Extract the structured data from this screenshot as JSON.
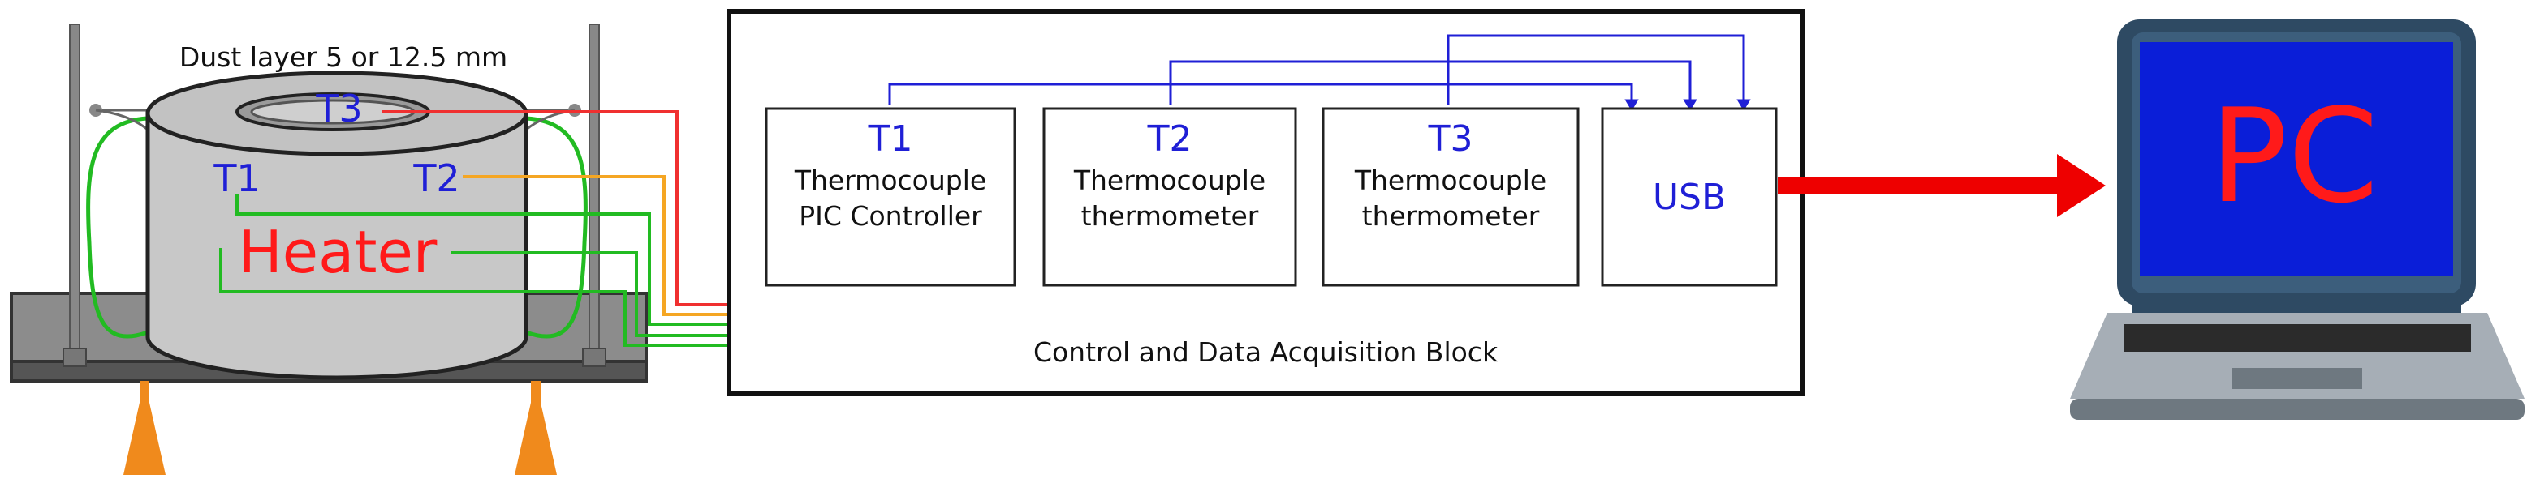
{
  "apparatus": {
    "dust_label": "Dust layer 5 or 12.5 mm",
    "t3_label": "T3",
    "t1_label": "T1",
    "t2_label": "T2",
    "heater_label": "Heater"
  },
  "block": {
    "title": "Control and Data Acquisition Block",
    "modules": [
      {
        "channel": "T1",
        "line1": "Thermocouple",
        "line2": "PIC Controller"
      },
      {
        "channel": "T2",
        "line1": "Thermocouple",
        "line2": "thermometer"
      },
      {
        "channel": "T3",
        "line1": "Thermocouple",
        "line2": "thermometer"
      }
    ],
    "usb_label": "USB"
  },
  "pc": {
    "label": "PC"
  },
  "colors": {
    "blue": "#1f1fd6",
    "red_text": "#ff1a1a",
    "green_wire": "#22bb22",
    "orange_wire": "#f5a623",
    "red_wire": "#f03030",
    "arrow_red": "#ee0000",
    "laptop_frame": "#2e4a63",
    "laptop_screen": "#0a1ed8"
  }
}
